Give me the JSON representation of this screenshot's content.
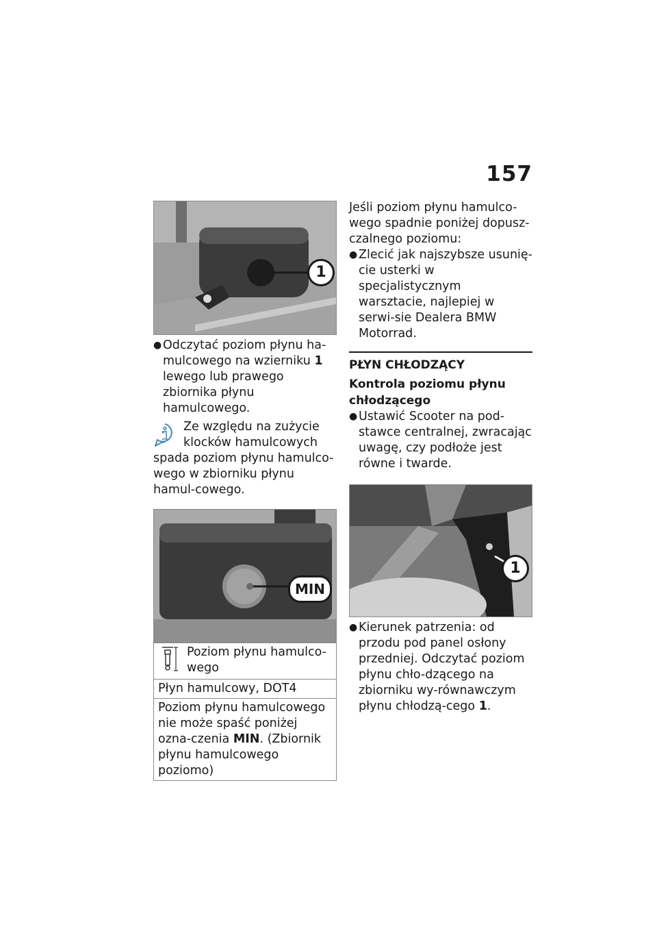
{
  "page_number": "157",
  "left": {
    "fig1_callout": "1",
    "bullet1_pre": "Odczytać poziom płynu ha-mulcowego na wzierniku",
    "bullet1_bold": "1",
    "bullet1_post": "lewego lub prawego zbiornika płynu hamulcowego.",
    "note_first": "Ze względu na zużycie klocków hamulcowych",
    "note_rest": "spada poziom płynu hamulco-wego w zbiorniku płynu hamul-cowego.",
    "fig2_callout": "MIN",
    "spec": {
      "title": "Poziom płynu hamulco-wego",
      "fluid": "Płyn hamulcowy, DOT4",
      "desc_pre": "Poziom płynu hamulcowego nie może spaść poniżej ozna-czenia",
      "desc_bold": "MIN",
      "desc_post": ". (Zbiornik płynu hamulcowego poziomo)"
    }
  },
  "right": {
    "intro": "Jeśli poziom płynu hamulco-wego spadnie poniżej dopusz-czalnego poziomu:",
    "bullet1": "Zlecić jak najszybsze usunię-cie usterki w specjalistycznym warsztacie, najlepiej w serwi-sie Dealera BMW Motorrad.",
    "section_title": "PŁYN CHŁODZĄCY",
    "subheading": "Kontrola poziomu płynu chłodzącego",
    "bullet2": "Ustawić Scooter na pod-stawce centralnej, zwracając uwagę, czy podłoże jest równe i twarde.",
    "fig3_callout": "1",
    "bullet3_pre": "Kierunek patrzenia: od przodu pod panel osłony przedniej. Odczytać poziom płynu chło-dzącego na zbiorniku wy-równawczym płynu chłodzą-cego",
    "bullet3_bold": "1",
    "bullet3_post": "."
  },
  "icons": {
    "bullet": "bullet-dot",
    "note": "info-icon",
    "spec": "fluid-level-icon"
  }
}
